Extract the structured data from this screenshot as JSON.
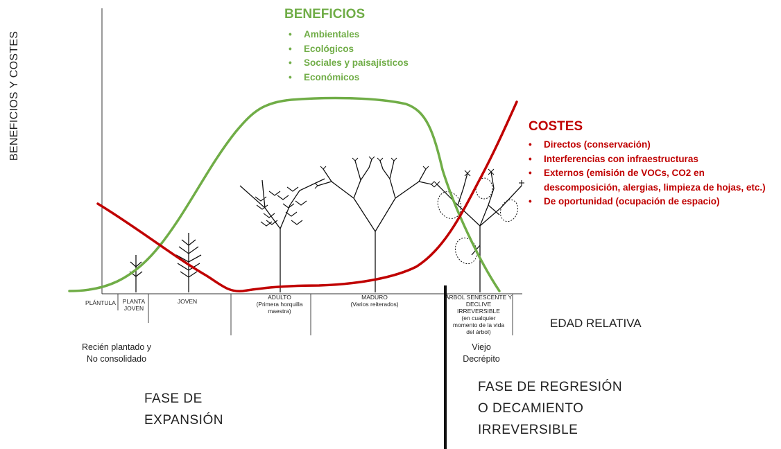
{
  "axis": {
    "y_label": "BENEFICIOS Y COSTES",
    "x_label": "EDAD RELATIVA"
  },
  "benefits": {
    "title": "BENEFICIOS",
    "items": [
      "Ambientales",
      "Ecológicos",
      "Sociales y paisajísticos",
      "Económicos"
    ],
    "color": "#70ad47"
  },
  "costs": {
    "title": "COSTES",
    "items": [
      "Directos (conservación)",
      "Interferencias con infraestructuras",
      "Externos (emisión de VOCs, CO2 en",
      "descomposición, alergias, limpieza de hojas, etc.)",
      "De oportunidad  (ocupación de espacio)"
    ],
    "color": "#c00000"
  },
  "stages": {
    "plantula": "PLÁNTULA",
    "planta_joven_1": "PLANTA",
    "planta_joven_2": "JOVEN",
    "joven": "JOVEN",
    "adulto_1": "ADULTO",
    "adulto_2": "(Primera horquilla",
    "adulto_3": "maestra)",
    "maduro_1": "MADURO",
    "maduro_2": "(Varios reiterados)",
    "senescente_1": "ÁRBOL SENESCENTE Y",
    "senescente_2": "DECLIVE IRREVERSIBLE",
    "senescente_3": "(en cualquier",
    "senescente_4": "momento de la vida",
    "senescente_5": "del árbol)"
  },
  "notes": {
    "recien_1": "Recién plantado y",
    "recien_2": "No consolidado",
    "viejo_1": "Viejo",
    "viejo_2": "Decrépito"
  },
  "phases": {
    "expansion_1": "FASE DE",
    "expansion_2": "EXPANSIÓN",
    "regresion_1": "FASE DE REGRESIÓN",
    "regresion_2": "O DECAMIENTO",
    "regresion_3": "IRREVERSIBLE"
  }
}
